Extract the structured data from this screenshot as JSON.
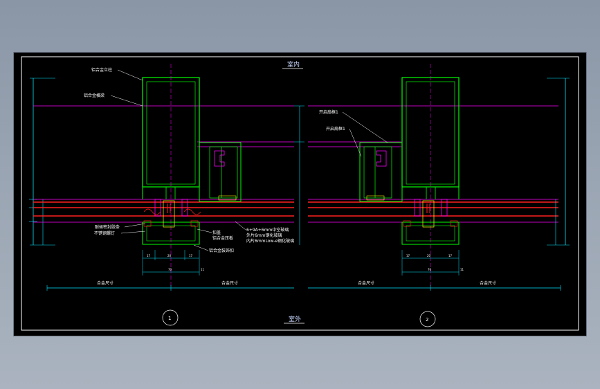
{
  "drawing": {
    "title_top": "室内",
    "title_bottom": "室外",
    "detail_1": {
      "number": "1",
      "labels": {
        "column": "铝合金立柱",
        "transom": "铝合金横梁",
        "gasket_1": "耐候密封胶条",
        "gasket_2": "不锈钢螺钉",
        "cover": "扣盖",
        "screw": "铝合金压板",
        "glass_1": "6+9A+6mm中空玻璃",
        "glass_2": "外片6mm钢化玻璃",
        "glass_3": "内片6mmLow-e钢化玻璃",
        "trim": "铝合金装饰扣"
      },
      "dims": {
        "left_total": "合金尺寸",
        "right_total": "合金尺寸",
        "bottom_a": "17",
        "bottom_b": "20",
        "bottom_c": "17",
        "bottom_total": "70",
        "bottom_right": "11"
      }
    },
    "detail_2": {
      "number": "2",
      "labels": {
        "sash": "开启扇框1",
        "sash_frame": "开启扇框1"
      },
      "dims": {
        "left_total": "合金尺寸",
        "right_total": "合金尺寸",
        "bottom_a": "17",
        "bottom_b": "20",
        "bottom_c": "17",
        "bottom_total": "70",
        "bottom_right": "11"
      }
    },
    "colors": {
      "background": "#000000",
      "frame": "#00ff00",
      "dimension": "#00e5ff",
      "glass_line": "#ff00ff",
      "red_line": "#ff2020",
      "accent": "#ffff00"
    }
  }
}
